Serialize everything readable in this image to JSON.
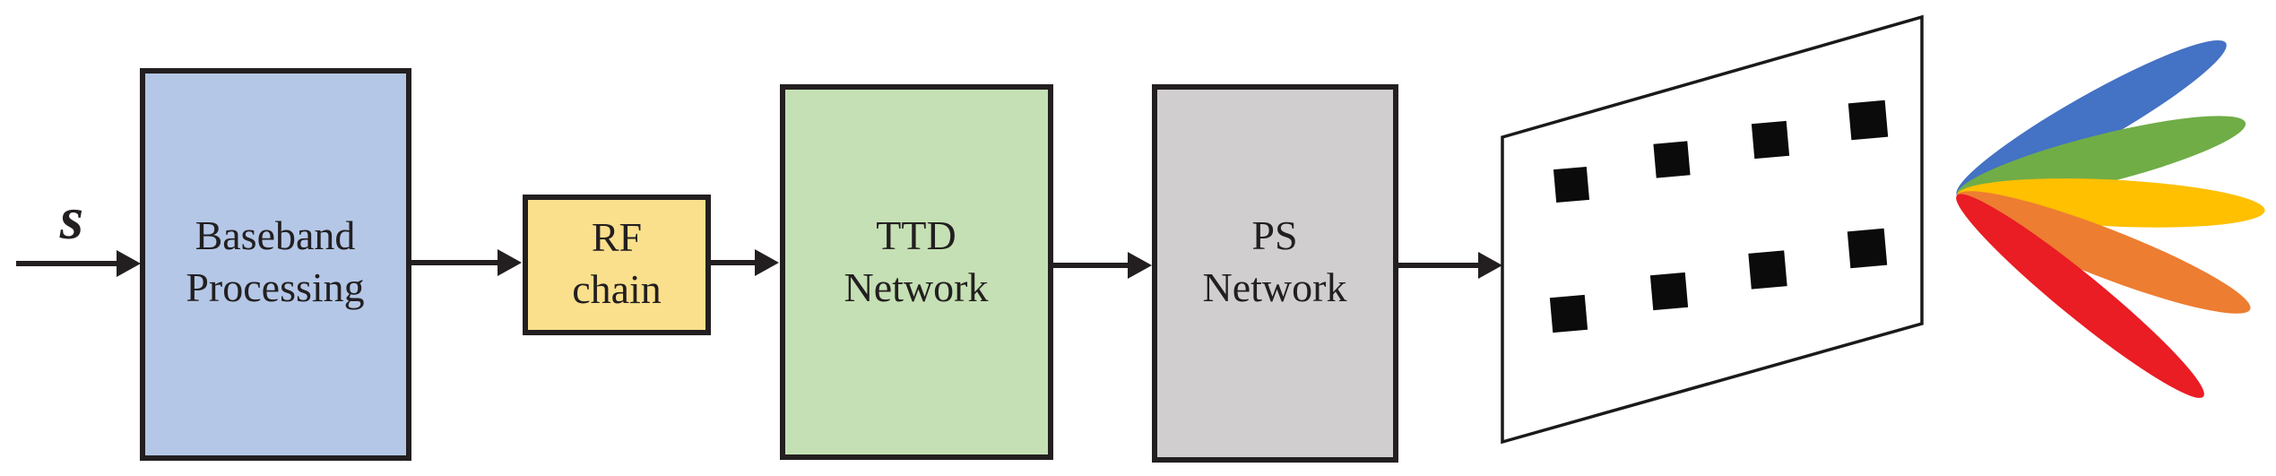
{
  "input": {
    "label": "s"
  },
  "blocks": [
    {
      "name": "baseband-processing",
      "line1": "Baseband",
      "line2": "Processing",
      "fill": "#B4C7E7"
    },
    {
      "name": "rf-chain",
      "line1": "RF",
      "line2": "chain",
      "fill": "#FAE08C"
    },
    {
      "name": "ttd-network",
      "line1": "TTD",
      "line2": "Network",
      "fill": "#C5E0B4"
    },
    {
      "name": "ps-network",
      "line1": "PS",
      "line2": "Network",
      "fill": "#D0CECE"
    }
  ],
  "antenna_array": {
    "rows": 2,
    "cols": 4,
    "panel_fill": "#FFFFFF",
    "element_fill": "#0B0B0C"
  },
  "beams": [
    {
      "name": "beam-blue",
      "color": "#4472C4"
    },
    {
      "name": "beam-green",
      "color": "#70AD47"
    },
    {
      "name": "beam-yellow",
      "color": "#FFC000"
    },
    {
      "name": "beam-orange",
      "color": "#ED7D31"
    },
    {
      "name": "beam-red",
      "color": "#EA1C24"
    }
  ],
  "colors": {
    "line": "#231F20",
    "text": "#231F20"
  }
}
